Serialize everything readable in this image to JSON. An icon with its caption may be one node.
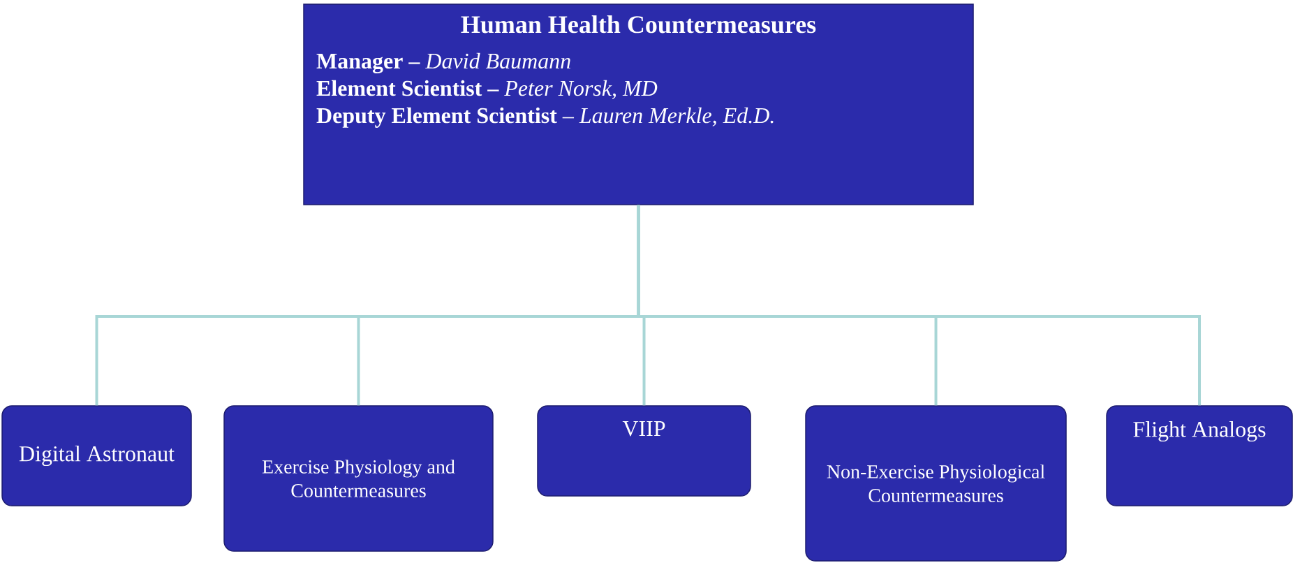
{
  "diagram": {
    "nodes": [
      {
        "text": [
          "Human Health Countermeasures",
          "**Manager –** *David Baumann*",
          "**Element Scientist –** *Peter Norsk, MD*",
          "**Deputy Element Scientist** – *Lauren Merkle, Ed.D.*"
        ]
      },
      {
        "text": [
          "Digital Astronaut"
        ]
      },
      {
        "text": [
          "Exercise Physiology and Countermeasures"
        ]
      },
      {
        "text": [
          "VIIP"
        ]
      },
      {
        "text": [
          "Non-Exercise Physiological Countermeasures"
        ]
      },
      {
        "text": [
          "Flight Analogs"
        ]
      }
    ],
    "edges": [
      {
        "from": 0,
        "to": 1,
        "arrow": "none"
      },
      {
        "from": 0,
        "to": 2,
        "arrow": "none"
      },
      {
        "from": 0,
        "to": 3,
        "arrow": "none"
      },
      {
        "from": 0,
        "to": 4,
        "arrow": "none"
      },
      {
        "from": 0,
        "to": 5,
        "arrow": "none"
      }
    ]
  }
}
